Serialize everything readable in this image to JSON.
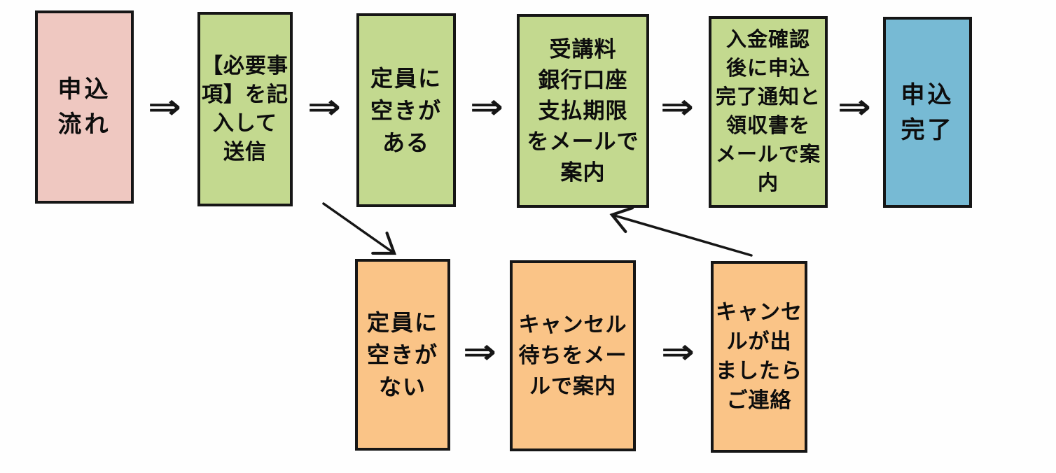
{
  "diagram": {
    "arrow_symbol": "⇒",
    "colors": {
      "start_pink": "#efc8c1",
      "process_green": "#c3d98f",
      "branch_orange": "#fac487",
      "end_blue": "#77bad4",
      "border_black": "#161616",
      "background": "#fefefe"
    },
    "top_boxes": [
      {
        "label": "申込\n流れ",
        "color": "#efc8c1"
      },
      {
        "label": "【必要事\n項】を記\n入して\n送信",
        "color": "#c3d98f"
      },
      {
        "label": "定員に\n空きが\nある",
        "color": "#c3d98f"
      },
      {
        "label": "受講料\n銀行口座\n支払期限\nをメールで\n案内",
        "color": "#c3d98f"
      },
      {
        "label": "入金確認\n後に申込\n完了通知と\n領収書を\nメールで案\n内",
        "color": "#c3d98f"
      },
      {
        "label": "申込\n完了",
        "color": "#77bad4"
      }
    ],
    "bottom_boxes": [
      {
        "label": "定員に\n空きが\nない",
        "color": "#fac487"
      },
      {
        "label": "キャンセル\n待ちをメー\nルで案内",
        "color": "#fac487"
      },
      {
        "label": "キャンセ\nルが出\nましたら\nご連絡",
        "color": "#fac487"
      }
    ]
  }
}
